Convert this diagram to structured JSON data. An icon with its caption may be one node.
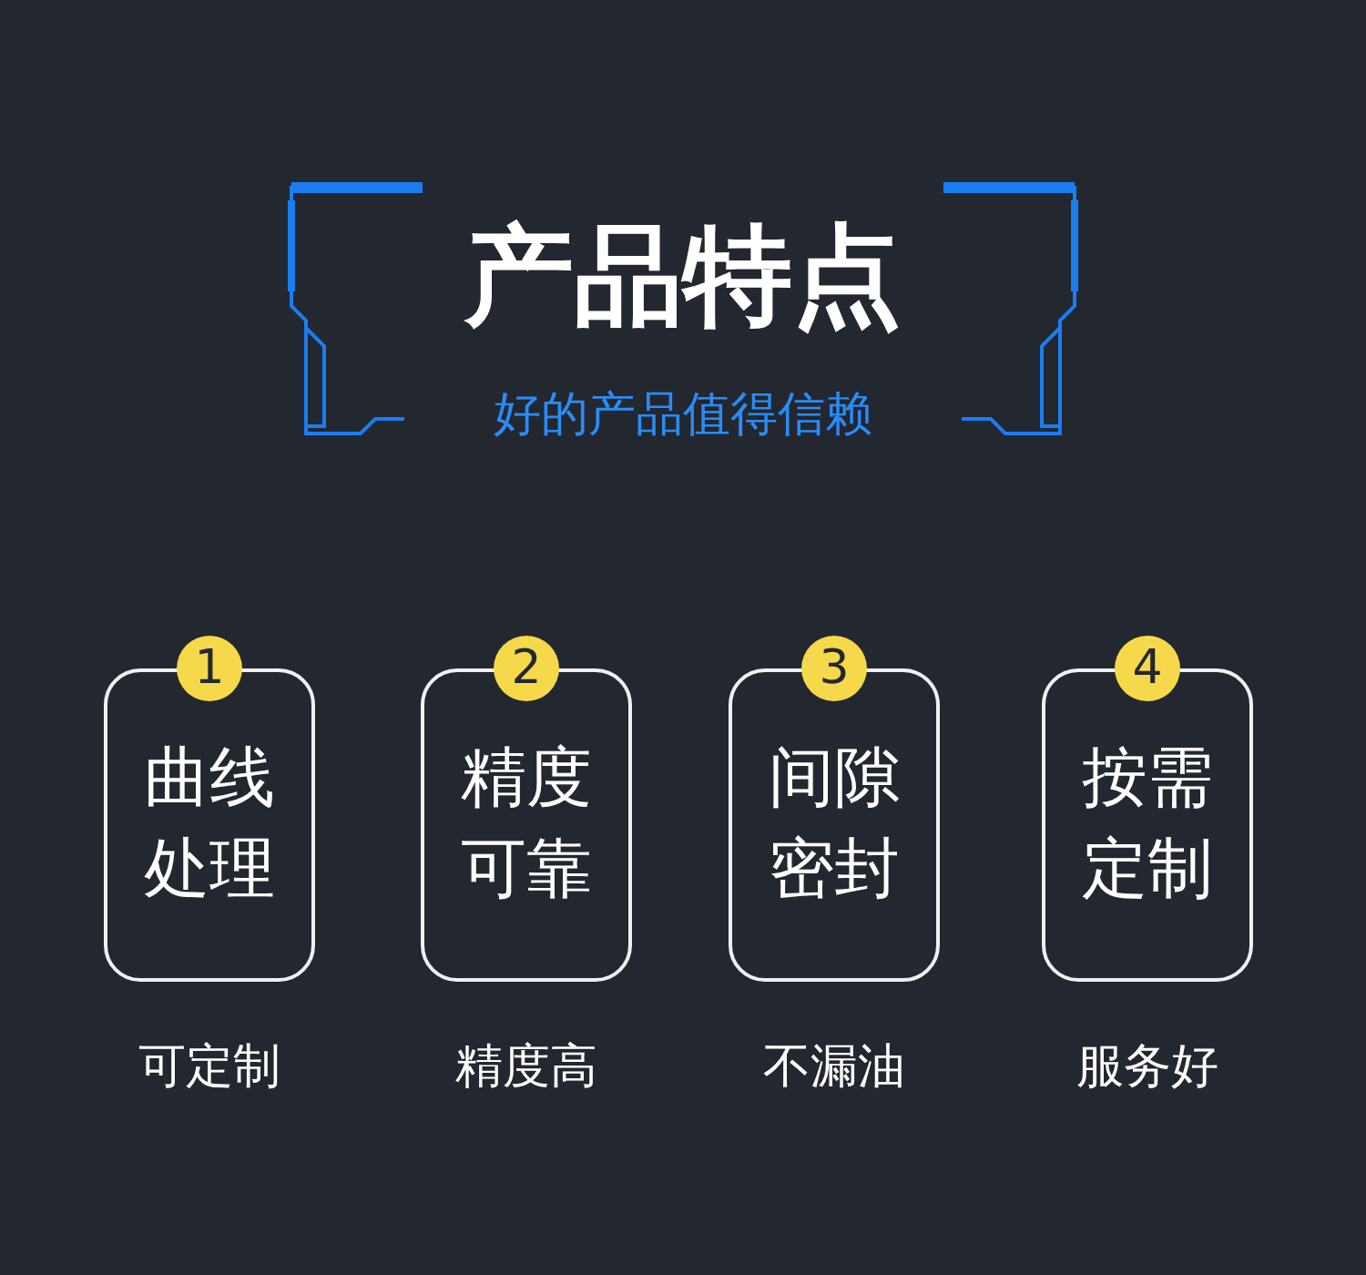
{
  "diagram": {
    "title": "产品特点",
    "nodes": [
      {
        "text": [
          "1"
        ]
      },
      {
        "text": [
          "曲线处理"
        ],
        "beside": [
          "可定制"
        ]
      },
      {
        "text": [
          "2"
        ]
      },
      {
        "text": [
          "精度可靠"
        ],
        "beside": [
          "精度高"
        ]
      },
      {
        "text": [
          "3"
        ]
      },
      {
        "text": [
          "间隙密封"
        ],
        "beside": [
          "不漏油"
        ]
      },
      {
        "text": [
          "4"
        ]
      },
      {
        "text": [
          "按需定制"
        ],
        "beside": [
          "服务好"
        ]
      }
    ],
    "labels": [
      "好的产品值得信赖"
    ]
  }
}
